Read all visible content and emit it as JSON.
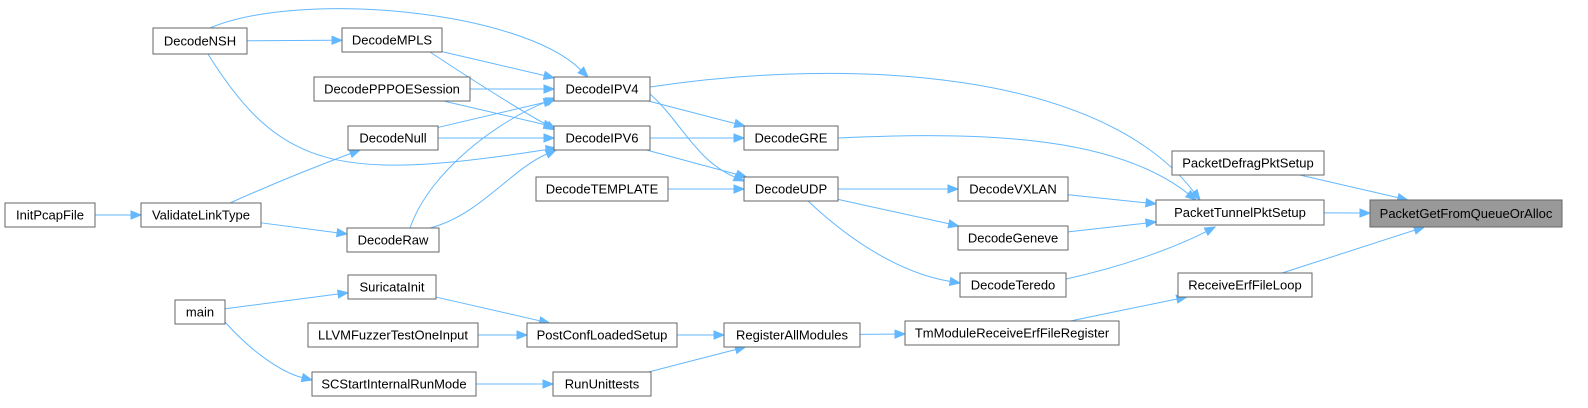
{
  "graph": {
    "root": "PacketGetFromQueueOrAlloc",
    "colors": {
      "edge": "#63b8ff",
      "node_border": "#666666",
      "root_fill": "#999999",
      "node_fill": "#ffffff"
    },
    "nodes": [
      {
        "id": "root",
        "label": "PacketGetFromQueueOrAlloc"
      },
      {
        "id": "PacketDefragPktSetup",
        "label": "PacketDefragPktSetup"
      },
      {
        "id": "PacketTunnelPktSetup",
        "label": "PacketTunnelPktSetup"
      },
      {
        "id": "ReceiveErfFileLoop",
        "label": "ReceiveErfFileLoop"
      },
      {
        "id": "DecodeNSH",
        "label": "DecodeNSH"
      },
      {
        "id": "DecodeMPLS",
        "label": "DecodeMPLS"
      },
      {
        "id": "DecodePPPOESession",
        "label": "DecodePPPOESession"
      },
      {
        "id": "DecodeNull",
        "label": "DecodeNull"
      },
      {
        "id": "InitPcapFile",
        "label": "InitPcapFile"
      },
      {
        "id": "ValidateLinkType",
        "label": "ValidateLinkType"
      },
      {
        "id": "DecodeRaw",
        "label": "DecodeRaw"
      },
      {
        "id": "DecodeTEMPLATE",
        "label": "DecodeTEMPLATE"
      },
      {
        "id": "DecodeIPV4",
        "label": "DecodeIPV4"
      },
      {
        "id": "DecodeIPV6",
        "label": "DecodeIPV6"
      },
      {
        "id": "DecodeGRE",
        "label": "DecodeGRE"
      },
      {
        "id": "DecodeUDP",
        "label": "DecodeUDP"
      },
      {
        "id": "DecodeVXLAN",
        "label": "DecodeVXLAN"
      },
      {
        "id": "DecodeGeneve",
        "label": "DecodeGeneve"
      },
      {
        "id": "DecodeTeredo",
        "label": "DecodeTeredo"
      },
      {
        "id": "main",
        "label": "main"
      },
      {
        "id": "SuricataInit",
        "label": "SuricataInit"
      },
      {
        "id": "LLVMFuzzerTestOneInput",
        "label": "LLVMFuzzerTestOneInput"
      },
      {
        "id": "SCStartInternalRunMode",
        "label": "SCStartInternalRunMode"
      },
      {
        "id": "PostConfLoadedSetup",
        "label": "PostConfLoadedSetup"
      },
      {
        "id": "RunUnittests",
        "label": "RunUnittests"
      },
      {
        "id": "RegisterAllModules",
        "label": "RegisterAllModules"
      },
      {
        "id": "TmModuleReceiveErfFileRegister",
        "label": "TmModuleReceiveErfFileRegister"
      }
    ],
    "edges": [
      {
        "from": "PacketDefragPktSetup",
        "to": "root"
      },
      {
        "from": "PacketTunnelPktSetup",
        "to": "root"
      },
      {
        "from": "ReceiveErfFileLoop",
        "to": "root"
      },
      {
        "from": "DecodeIPV4",
        "to": "PacketTunnelPktSetup"
      },
      {
        "from": "DecodeGRE",
        "to": "PacketTunnelPktSetup"
      },
      {
        "from": "DecodeVXLAN",
        "to": "PacketTunnelPktSetup"
      },
      {
        "from": "DecodeGeneve",
        "to": "PacketTunnelPktSetup"
      },
      {
        "from": "DecodeTeredo",
        "to": "PacketTunnelPktSetup"
      },
      {
        "from": "DecodeIPV6",
        "to": "DecodeGRE"
      },
      {
        "from": "DecodeIPV4",
        "to": "DecodeGRE"
      },
      {
        "from": "DecodeUDP",
        "to": "DecodeVXLAN"
      },
      {
        "from": "DecodeUDP",
        "to": "DecodeGeneve"
      },
      {
        "from": "DecodeUDP",
        "to": "DecodeTeredo"
      },
      {
        "from": "DecodeIPV4",
        "to": "DecodeUDP"
      },
      {
        "from": "DecodeIPV6",
        "to": "DecodeUDP"
      },
      {
        "from": "DecodeTEMPLATE",
        "to": "DecodeUDP"
      },
      {
        "from": "DecodeNSH",
        "to": "DecodeIPV4"
      },
      {
        "from": "DecodeMPLS",
        "to": "DecodeIPV4"
      },
      {
        "from": "DecodePPPOESession",
        "to": "DecodeIPV4"
      },
      {
        "from": "DecodeNull",
        "to": "DecodeIPV4"
      },
      {
        "from": "DecodeRaw",
        "to": "DecodeIPV4"
      },
      {
        "from": "DecodeNSH",
        "to": "DecodeIPV6"
      },
      {
        "from": "DecodeMPLS",
        "to": "DecodeIPV6"
      },
      {
        "from": "DecodePPPOESession",
        "to": "DecodeIPV6"
      },
      {
        "from": "DecodeNull",
        "to": "DecodeIPV6"
      },
      {
        "from": "DecodeRaw",
        "to": "DecodeIPV6"
      },
      {
        "from": "DecodeNSH",
        "to": "DecodeMPLS"
      },
      {
        "from": "ValidateLinkType",
        "to": "DecodeNull"
      },
      {
        "from": "ValidateLinkType",
        "to": "DecodeRaw"
      },
      {
        "from": "InitPcapFile",
        "to": "ValidateLinkType"
      },
      {
        "from": "TmModuleReceiveErfFileRegister",
        "to": "ReceiveErfFileLoop"
      },
      {
        "from": "RegisterAllModules",
        "to": "TmModuleReceiveErfFileRegister"
      },
      {
        "from": "PostConfLoadedSetup",
        "to": "RegisterAllModules"
      },
      {
        "from": "RunUnittests",
        "to": "RegisterAllModules"
      },
      {
        "from": "SuricataInit",
        "to": "PostConfLoadedSetup"
      },
      {
        "from": "LLVMFuzzerTestOneInput",
        "to": "PostConfLoadedSetup"
      },
      {
        "from": "SCStartInternalRunMode",
        "to": "RunUnittests"
      },
      {
        "from": "main",
        "to": "SuricataInit"
      },
      {
        "from": "main",
        "to": "SCStartInternalRunMode"
      }
    ]
  }
}
